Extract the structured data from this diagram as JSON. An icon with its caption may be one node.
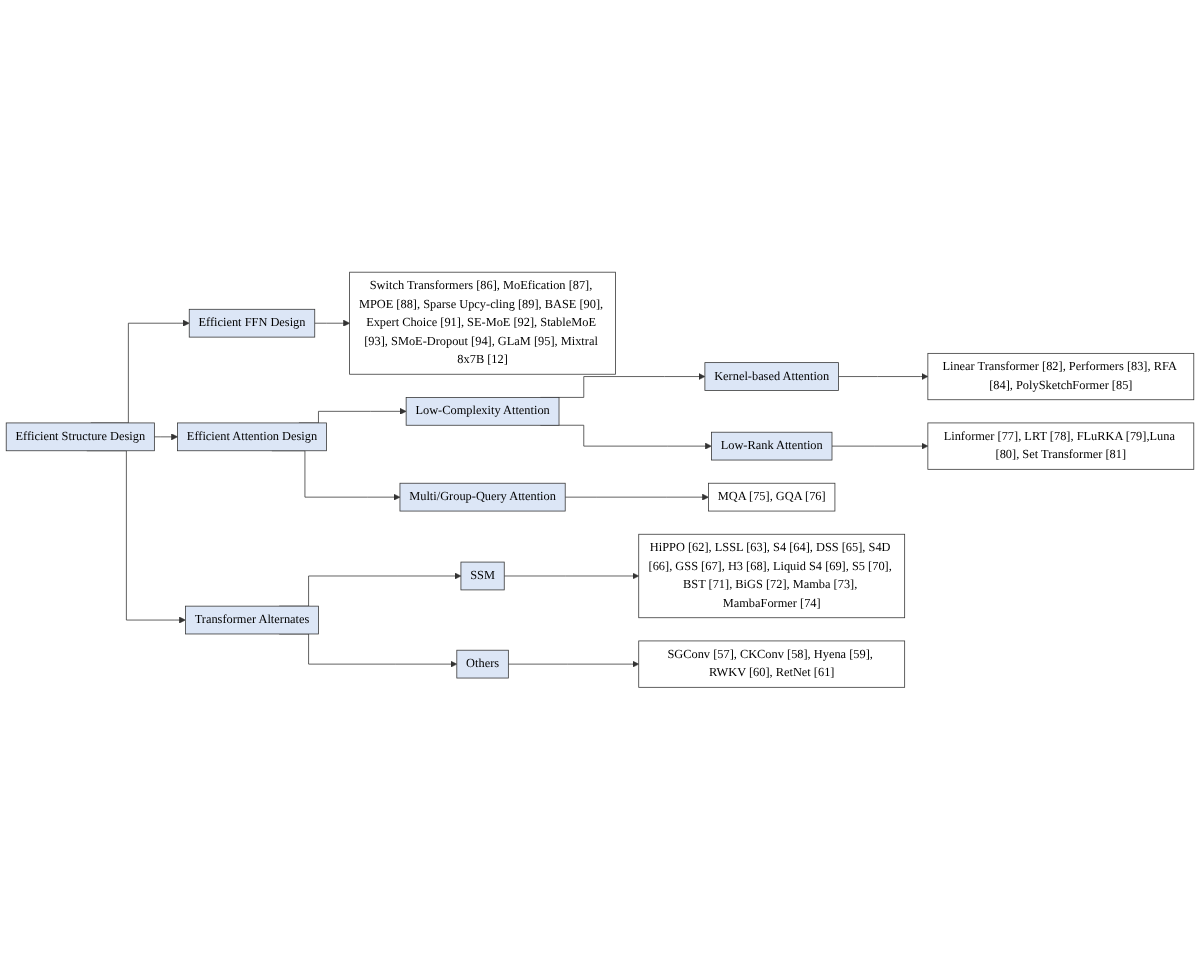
{
  "diagram": {
    "nodes": [
      {
        "text": [
          "Efficient Structure Design"
        ]
      },
      {
        "text": [
          "Efficient FFN Design"
        ]
      },
      {
        "text": [
          "Switch Transformers [86], MoEfication [87], MPOE [88], Sparse Upcy-cling [89], BASE [90], Expert Choice [91], SE-MoE [92], StableMoE [93], SMoE-Dropout [94], GLaM [95], Mixtral 8x7B [12]"
        ]
      },
      {
        "text": [
          "Efficient Attention Design"
        ]
      },
      {
        "text": [
          "Low-Complexity Attention"
        ]
      },
      {
        "text": [
          "Kernel-based Attention"
        ]
      },
      {
        "text": [
          "Linear Transformer [82], Performers [83], RFA [84], PolySketchFormer [85]"
        ]
      },
      {
        "text": [
          "Low-Rank Attention"
        ]
      },
      {
        "text": [
          "Linformer [77], LRT [78], FLuRKA [79],Luna [80], Set Transformer [81]"
        ]
      },
      {
        "text": [
          "Multi/Group-Query Attention"
        ]
      },
      {
        "text": [
          "MQA [75], GQA [76]"
        ]
      },
      {
        "text": [
          "Transformer Alternates"
        ]
      },
      {
        "text": [
          "SSM"
        ]
      },
      {
        "text": [
          "HiPPO [62], LSSL [63], S4 [64], DSS [65], S4D [66], GSS [67], H3 [68], Liquid S4 [69], S5 [70], BST [71], BiGS [72], Mamba [73], MambaFormer [74]"
        ]
      },
      {
        "text": [
          "Others"
        ]
      },
      {
        "text": [
          "SGConv [57], CKConv [58], Hyena [59], RWKV [60], RetNet [61]"
        ]
      }
    ],
    "edges": [
      {
        "from": 0,
        "to": 1,
        "arrow": "to"
      },
      {
        "from": 0,
        "to": 3,
        "arrow": "to"
      },
      {
        "from": 0,
        "to": 11,
        "arrow": "to"
      },
      {
        "from": 1,
        "to": 2,
        "arrow": "to"
      },
      {
        "from": 3,
        "to": 4,
        "arrow": "to"
      },
      {
        "from": 3,
        "to": 9,
        "arrow": "to"
      },
      {
        "from": 4,
        "to": 5,
        "arrow": "to"
      },
      {
        "from": 4,
        "to": 7,
        "arrow": "to"
      },
      {
        "from": 5,
        "to": 6,
        "arrow": "to"
      },
      {
        "from": 7,
        "to": 8,
        "arrow": "to"
      },
      {
        "from": 9,
        "to": 10,
        "arrow": "to"
      },
      {
        "from": 11,
        "to": 12,
        "arrow": "to"
      },
      {
        "from": 11,
        "to": 14,
        "arrow": "to"
      },
      {
        "from": 12,
        "to": 13,
        "arrow": "to"
      },
      {
        "from": 14,
        "to": 15,
        "arrow": "to"
      }
    ]
  }
}
